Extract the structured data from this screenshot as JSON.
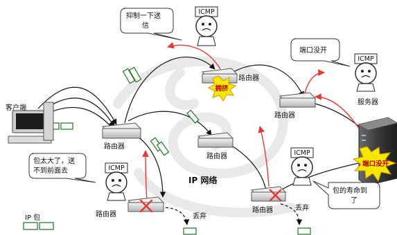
{
  "labels": {
    "client": "客户端",
    "server": "服务器",
    "network": "IP 网络",
    "ip_packet": "IP 包",
    "router_1": "路由器",
    "router_2": "路由器",
    "router_3": "路由器",
    "router_4": "路由器",
    "router_5": "路由器",
    "router_6": "路由器",
    "drop_1": "丢弃",
    "drop_2": "丢弃"
  },
  "icmp": {
    "tag": "ICMP",
    "msg_suppress": "抑制一下送\n信",
    "msg_port": "端口没开",
    "msg_too_big": "包太大了，送\n不到前面去",
    "msg_ttl": "包的寿命到\n了"
  },
  "bursts": {
    "congestion": "拥挤",
    "port_closed": "端口没开"
  },
  "colors": {
    "accent_red": "#e53935",
    "packet_green": "#2e7d32",
    "burst_yellow": "#f7e600",
    "watermark": "#e6e6e6"
  }
}
